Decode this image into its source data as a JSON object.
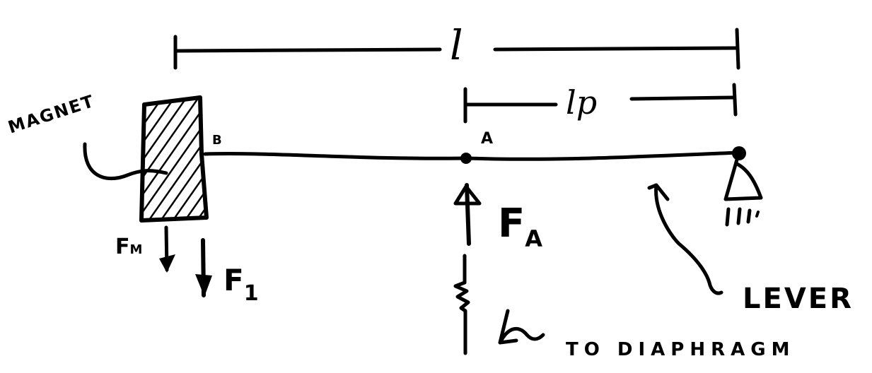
{
  "diagram": {
    "type": "lever free-body diagram (hand-drawn)",
    "dimensions": {
      "total_length_label": "l",
      "partial_length_label": "lp"
    },
    "points": {
      "B": "B",
      "A": "A"
    },
    "forces": {
      "magnet_force": {
        "symbol": "F",
        "subscript": "M",
        "direction": "down"
      },
      "force_1": {
        "symbol": "F",
        "subscript": "1",
        "direction": "down"
      },
      "force_A": {
        "symbol": "F",
        "subscript": "A",
        "direction": "up"
      }
    },
    "labels": {
      "magnet": "MAGNET",
      "lever": "LEVER",
      "to_diaphragm": "TO DIAPHRAGM"
    },
    "components": [
      "magnet block (hatched)",
      "lever beam",
      "spring to diaphragm",
      "pivot support"
    ],
    "colors": {
      "ink": "#000000",
      "background": "#ffffff"
    }
  }
}
